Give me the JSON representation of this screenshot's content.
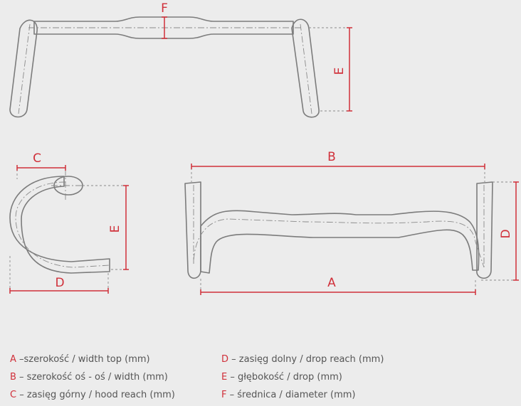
{
  "accent_color": "#d0303a",
  "dimension_labels": {
    "top_view_width": "F",
    "top_view_depth": "E",
    "side_view_reach": "C",
    "side_view_depth": "E",
    "side_view_drop_reach": "D",
    "front_view_width_axis": "B",
    "front_view_width_top": "A",
    "front_view_drop": "D"
  },
  "legend": [
    {
      "letter": "A",
      "text": " –szerokość / width top (mm)"
    },
    {
      "letter": "B",
      "text": " – szerokość oś - oś / width (mm)"
    },
    {
      "letter": "C",
      "text": " – zasięg górny / hood reach (mm)"
    },
    {
      "letter": "D",
      "text": " – zasięg dolny / drop reach (mm)"
    },
    {
      "letter": "E",
      "text": " – głębokość / drop (mm)"
    },
    {
      "letter": "F",
      "text": " – średnica / diameter (mm)"
    }
  ]
}
